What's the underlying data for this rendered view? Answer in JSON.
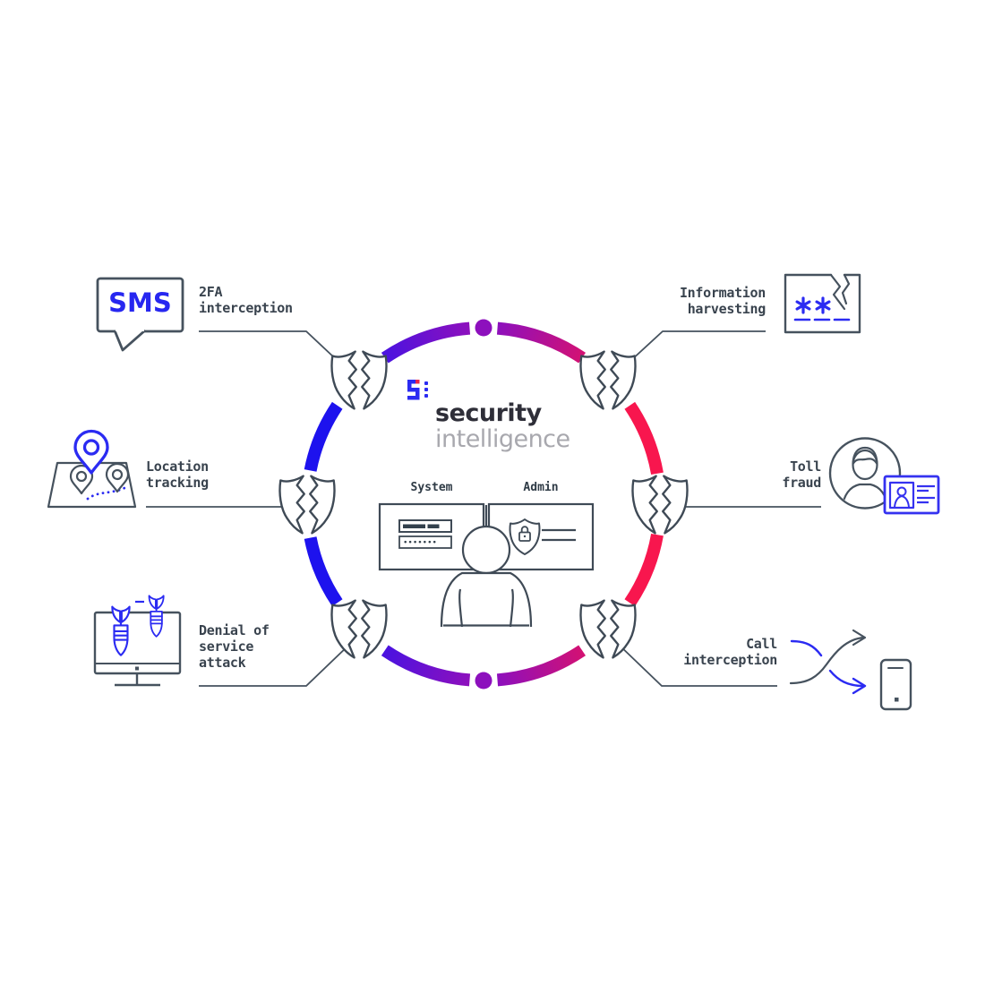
{
  "brand": {
    "primary": "security",
    "secondary": "intelligence",
    "logo_icon": "pixel-5-mark"
  },
  "center": {
    "system_label": "System",
    "admin_label": "Admin",
    "password_mask": "•••••••"
  },
  "icons": {
    "sms_bubble_text": "SMS"
  },
  "threats": [
    {
      "id": "2fa-interception",
      "label": "2FA\ninterception",
      "icon": "sms-bubble-icon",
      "side": "top-left"
    },
    {
      "id": "information-harvesting",
      "label": "Information\nharvesting",
      "icon": "cracked-password-card-icon",
      "side": "top-right"
    },
    {
      "id": "location-tracking",
      "label": "Location\ntracking",
      "icon": "map-pins-icon",
      "side": "left"
    },
    {
      "id": "toll-fraud",
      "label": "Toll\nfraud",
      "icon": "user-id-card-icon",
      "side": "right"
    },
    {
      "id": "denial-of-service",
      "label": "Denial of\nservice\nattack",
      "icon": "bomb-monitor-icon",
      "side": "bottom-left"
    },
    {
      "id": "call-interception",
      "label": "Call\ninterception",
      "icon": "call-swap-phone-icon",
      "side": "bottom-right"
    }
  ],
  "colors": {
    "ink": "#424e5a",
    "label_text": "#39434e",
    "accent_blue": "#2727f0",
    "ring_blue": "#1d12ee",
    "ring_violet": "#4a12e0",
    "ring_purple": "#8d10bd",
    "ring_magenta": "#d31173",
    "ring_pink": "#f8164e",
    "brand_dark": "#2e2e38",
    "brand_gray": "#a8a8ae",
    "logo_red": "#e8274b"
  }
}
